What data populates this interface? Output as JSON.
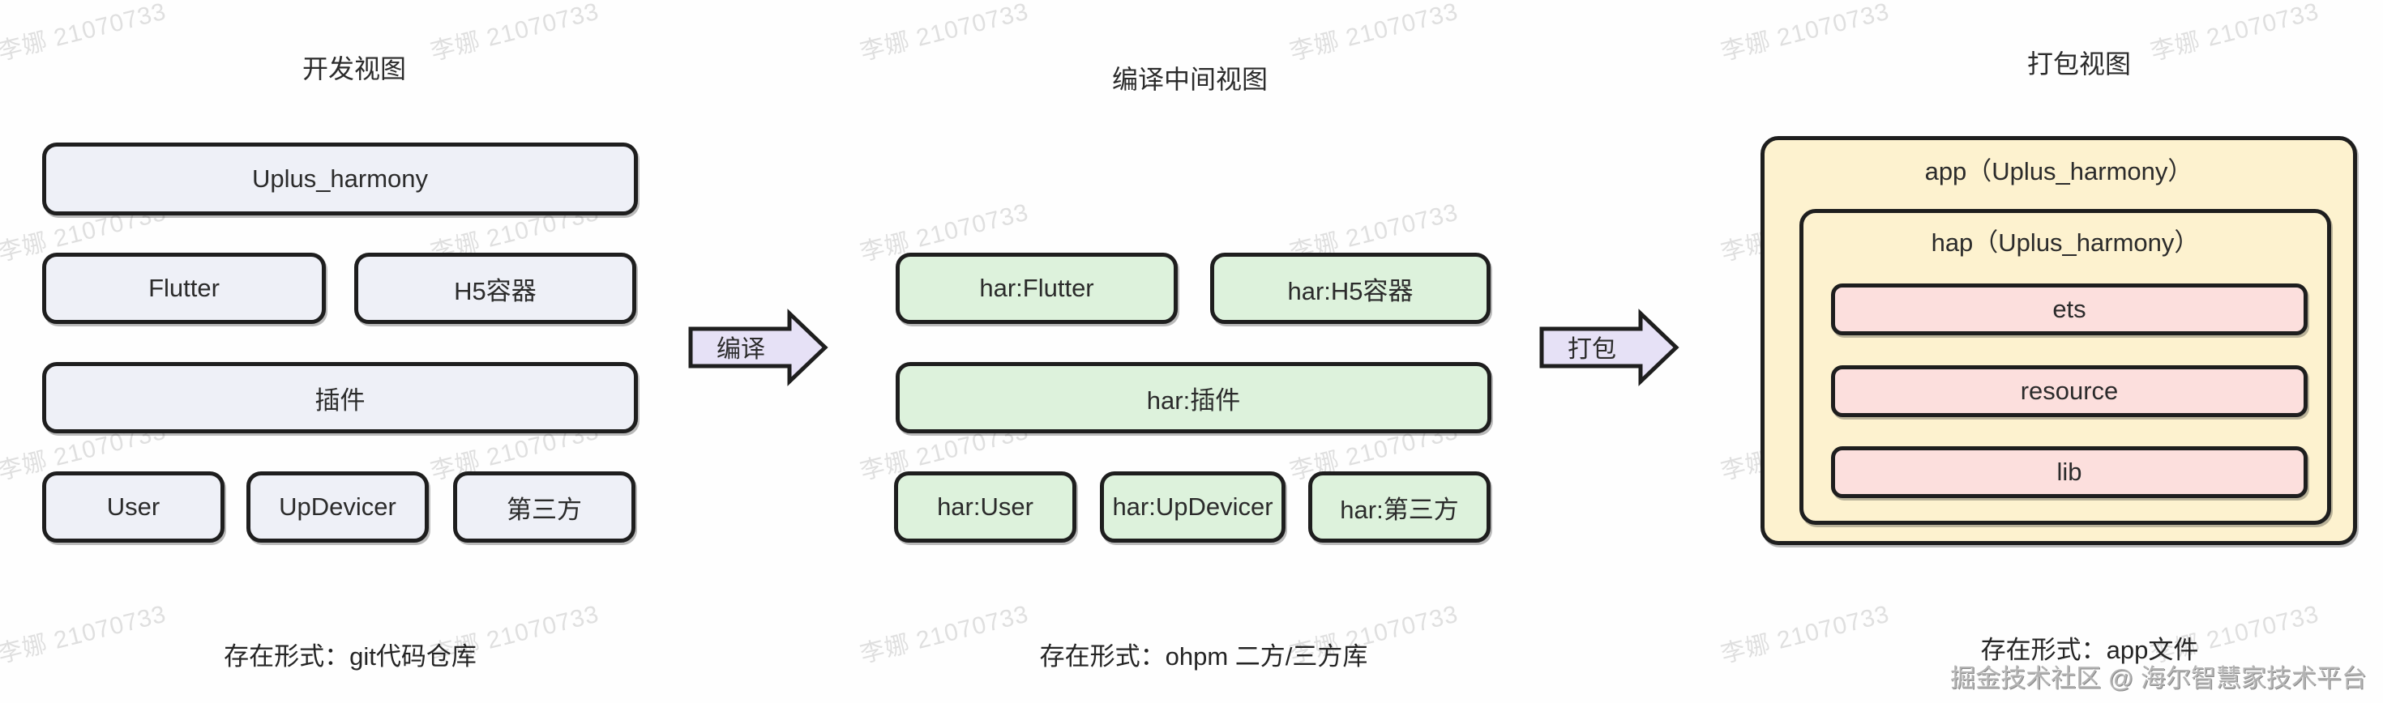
{
  "watermark": {
    "text": "李娜 21070733"
  },
  "views": {
    "dev": {
      "title": "开发视图",
      "boxes": {
        "app": "Uplus_harmony",
        "flutter": "Flutter",
        "h5": "H5容器",
        "plugin": "插件",
        "user": "User",
        "updevicer": "UpDevicer",
        "third": "第三方"
      },
      "caption": "存在形式：git代码仓库"
    },
    "compile": {
      "title": "编译中间视图",
      "boxes": {
        "flutter": "har:Flutter",
        "h5": "har:H5容器",
        "plugin": "har:插件",
        "user": "har:User",
        "updevicer": "har:UpDevicer",
        "third": "har:第三方"
      },
      "caption": "存在形式：ohpm 二方/三方库"
    },
    "package": {
      "title": "打包视图",
      "boxes": {
        "app": "app（Uplus_harmony）",
        "hap": "hap（Uplus_harmony）",
        "ets": "ets",
        "resource": "resource",
        "lib": "lib"
      },
      "caption": "存在形式：app文件"
    }
  },
  "arrows": {
    "compile": "编译",
    "package": "打包"
  },
  "footer": {
    "credit": "掘金技术社区 @ 海尔智慧家技术平台"
  },
  "colors": {
    "dev_box_fill": "#eef0f7",
    "har_box_fill": "#ddf2dc",
    "package_box_fill": "#fdf2cf",
    "file_box_fill": "#fcdfdd",
    "arrow_fill": "#e6e1f6",
    "stroke": "#1e1e1e"
  }
}
